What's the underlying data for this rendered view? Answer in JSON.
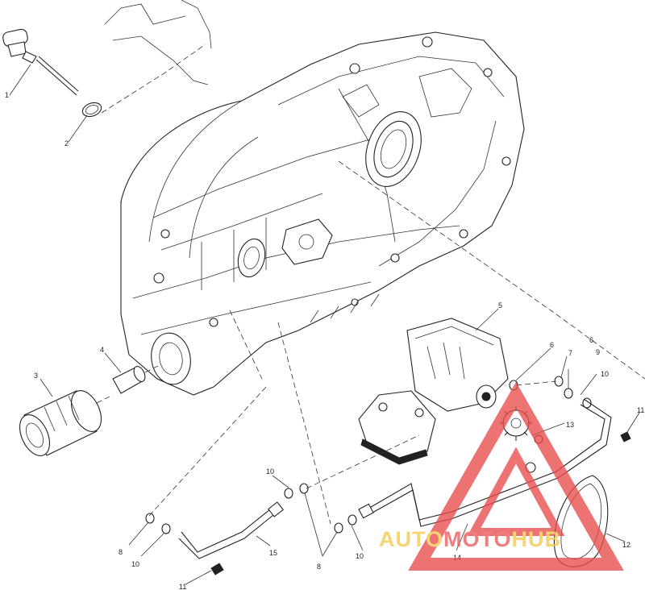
{
  "diagram": {
    "callouts": [
      {
        "id": "c1",
        "text": "1"
      },
      {
        "id": "c2",
        "text": "2"
      },
      {
        "id": "c3",
        "text": "3"
      },
      {
        "id": "c4",
        "text": "4"
      },
      {
        "id": "c5",
        "text": "5"
      },
      {
        "id": "c6a",
        "text": "6"
      },
      {
        "id": "c6b",
        "text": "6"
      },
      {
        "id": "c7",
        "text": "7"
      },
      {
        "id": "c8a",
        "text": "8"
      },
      {
        "id": "c8b",
        "text": "8"
      },
      {
        "id": "c9",
        "text": "9"
      },
      {
        "id": "c10a",
        "text": "10"
      },
      {
        "id": "c10b",
        "text": "10"
      },
      {
        "id": "c10c",
        "text": "10"
      },
      {
        "id": "c10d",
        "text": "10"
      },
      {
        "id": "c11a",
        "text": "11"
      },
      {
        "id": "c11b",
        "text": "11"
      },
      {
        "id": "c12",
        "text": "12"
      },
      {
        "id": "c13",
        "text": "13"
      },
      {
        "id": "c14",
        "text": "14"
      },
      {
        "id": "c15",
        "text": "15"
      }
    ]
  },
  "watermark": {
    "part1": "AUTO",
    "part2": "MOTO",
    "part3": "HUB",
    "colors": {
      "yellow": "#f2c94c",
      "red": "#ee5a5a",
      "triangle": "#e94b4b"
    }
  }
}
